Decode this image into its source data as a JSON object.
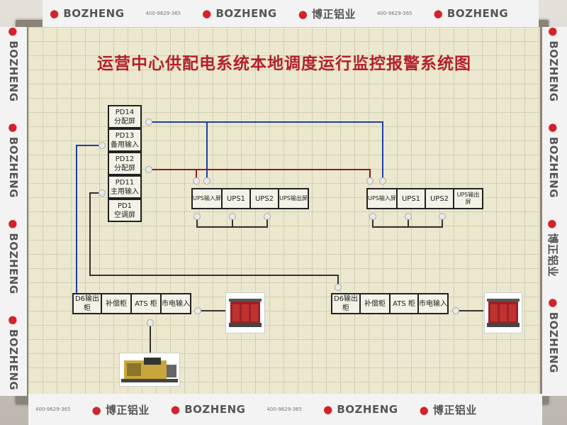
{
  "title": "运营中心供配电系统本地调度运行监控报警系统图",
  "brand": {
    "name": "BOZHENG",
    "cn": "博正铝业",
    "phone": "400-9629-365"
  },
  "pd_stack": [
    {
      "id": "PD14",
      "label": "分配屏"
    },
    {
      "id": "PD13",
      "label": "备用输入"
    },
    {
      "id": "PD12",
      "label": "分配屏"
    },
    {
      "id": "PD11",
      "label": "主用输入"
    },
    {
      "id": "PD1",
      "label": "空调屏"
    }
  ],
  "ups_left": [
    "UPS输入屏",
    "UPS1",
    "UPS2",
    "UPS输出屏"
  ],
  "ups_right": [
    "UPS输入屏",
    "UPS1",
    "UPS2",
    "UPS输出屏"
  ],
  "dist_left": [
    "D6输出柜",
    "补偿柜",
    "ATS 柜",
    "市电输入"
  ],
  "dist_right": [
    "D6输出柜",
    "补偿柜",
    "ATS 柜",
    "市电输入"
  ],
  "colors": {
    "title": "#b4202a",
    "blue_line": "#1f3fa3",
    "red_line": "#8b1e1e",
    "board": "#ebe8cf"
  }
}
